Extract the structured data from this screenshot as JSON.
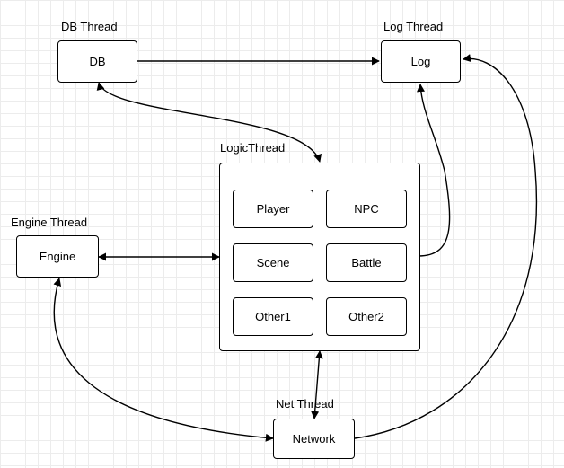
{
  "threads": {
    "db": {
      "label": "DB Thread",
      "node": "DB"
    },
    "log": {
      "label": "Log Thread",
      "node": "Log"
    },
    "engine": {
      "label": "Engine Thread",
      "node": "Engine"
    },
    "logic": {
      "label": "LogicThread"
    },
    "net": {
      "label": "Net Thread",
      "node": "Network"
    }
  },
  "logic_modules": [
    "Player",
    "NPC",
    "Scene",
    "Battle",
    "Other1",
    "Other2"
  ]
}
